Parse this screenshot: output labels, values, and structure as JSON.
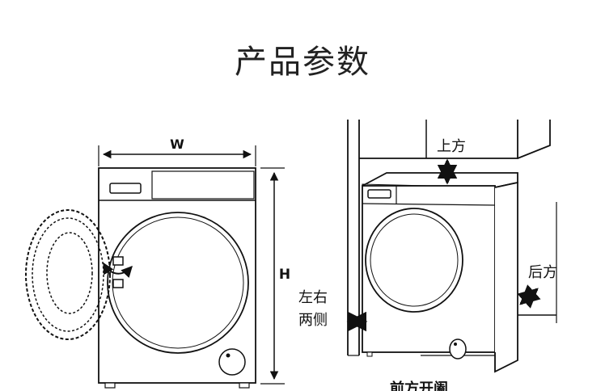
{
  "title": "产品参数",
  "labels": {
    "width": "W",
    "height": "H",
    "top_clearance": "上方",
    "back_clearance": "后方",
    "side_clearance_line1": "左右",
    "side_clearance_line2": "两侧",
    "front_clearance": "前方开阖"
  }
}
